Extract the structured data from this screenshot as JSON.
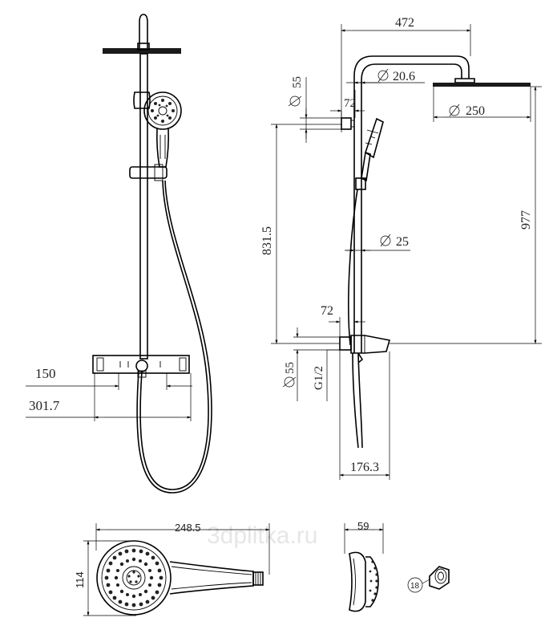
{
  "watermark": "3dplitka.ru",
  "front_view": {
    "dim_150": "150",
    "dim_301_7": "301.7"
  },
  "side_view": {
    "dim_472": "472",
    "dim_dia_20_6": "20.6",
    "dim_dia_55_top": "55",
    "dim_72_top": "72",
    "dim_dia_250": "250",
    "dim_831_5": "831.5",
    "dim_977": "977",
    "dim_dia_25": "25",
    "dim_72_bottom": "72",
    "dim_dia_55_bottom": "55",
    "dim_g1_2": "G1/2",
    "dim_176_3": "176.3"
  },
  "hand_shower": {
    "dim_248_5": "248.5",
    "dim_114": "114",
    "dim_59": "59",
    "dim_18": "18"
  }
}
